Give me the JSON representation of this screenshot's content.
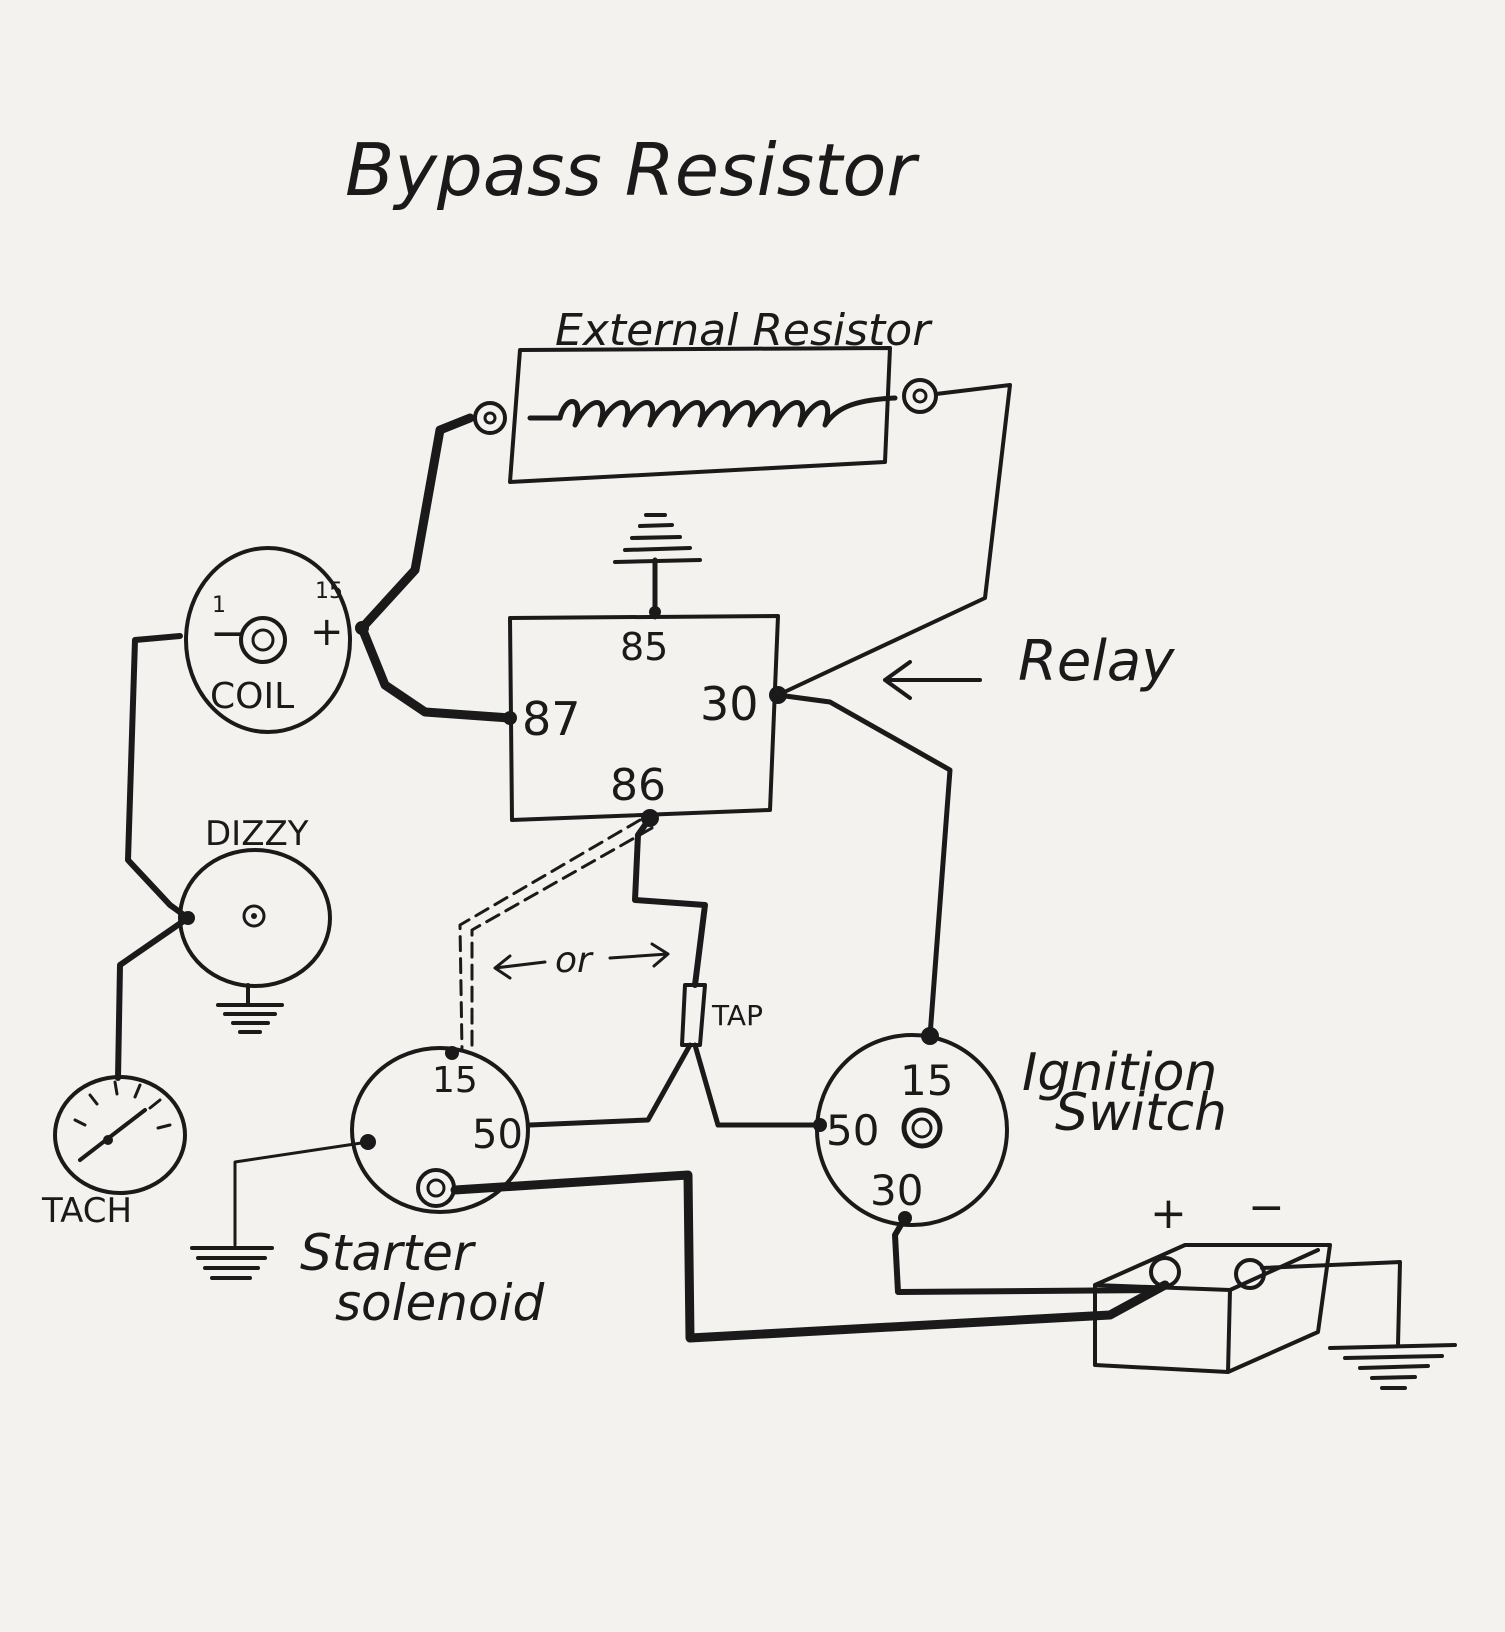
{
  "title": "Bypass Resistor",
  "labels": {
    "external_resistor": "External Resistor",
    "relay": "Relay",
    "coil": "COIL",
    "coil_term_1": "1",
    "coil_term_15": "15",
    "coil_minus": "−",
    "coil_plus": "+",
    "dizzy": "DIZZY",
    "tach": "TACH",
    "starter_solenoid_line1": "Starter",
    "starter_solenoid_line2": "solenoid",
    "ignition_switch_line1": "Ignition",
    "ignition_switch_line2": "Switch",
    "tap": "TAP",
    "or": "or",
    "battery_plus": "+",
    "battery_minus": "−"
  },
  "relay_pins": {
    "pin85": "85",
    "pin86": "86",
    "pin87": "87",
    "pin30": "30"
  },
  "solenoid_terminals": {
    "t15": "15",
    "t50": "50"
  },
  "ignition_terminals": {
    "t15": "15",
    "t50": "50",
    "t30": "30"
  },
  "colors": {
    "paper": "#f3f2ef",
    "ink": "#1a1a1a"
  }
}
